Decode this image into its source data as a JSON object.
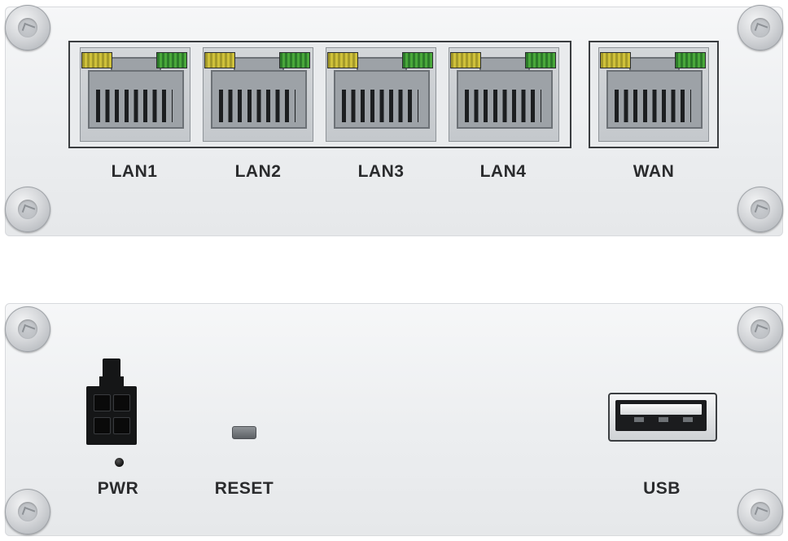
{
  "front_panel": {
    "lan_ports": [
      {
        "label": "LAN1"
      },
      {
        "label": "LAN2"
      },
      {
        "label": "LAN3"
      },
      {
        "label": "LAN4"
      }
    ],
    "wan_port": {
      "label": "WAN"
    }
  },
  "back_panel": {
    "power": {
      "label": "PWR"
    },
    "reset": {
      "label": "RESET"
    },
    "usb": {
      "label": "USB"
    }
  },
  "colors": {
    "panel": "#eceef0",
    "label_text": "#2a2b2d",
    "led_yellow": "#cfc13a",
    "led_green": "#49a83a",
    "port_frame": "#3a3d40"
  }
}
